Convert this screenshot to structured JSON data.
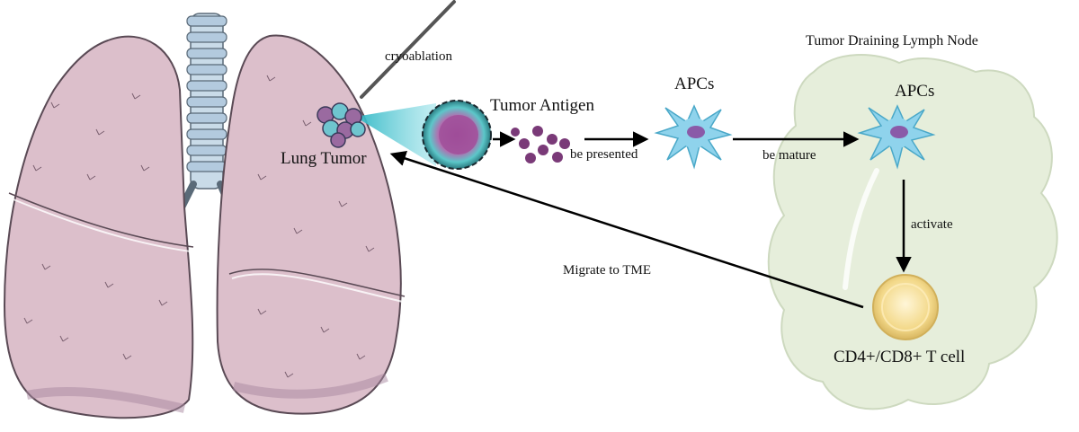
{
  "labels": {
    "cryoablation": "cryoablation",
    "tumor_antigen": "Tumor Antigen",
    "apcs_left": "APCs",
    "lymph_node_title": "Tumor Draining Lymph Node",
    "apcs_right": "APCs",
    "lung_tumor": "Lung Tumor",
    "be_presented": "be presented",
    "be_mature": "be mature",
    "activate": "activate",
    "migrate": "Migrate to TME",
    "t_cell": "CD4+/CD8+ T cell"
  },
  "colors": {
    "lung_fill": "#dcbfcb",
    "lung_outline": "#5a4a55",
    "trachea": "#b8cfe0",
    "lymph_node": "#e6eedb",
    "apc": "#8fd3ec",
    "apc_nucleus": "#8a5aa8",
    "antigen": "#7a3a78",
    "t_cell": "#f3d98a",
    "arrow": "#000000"
  }
}
